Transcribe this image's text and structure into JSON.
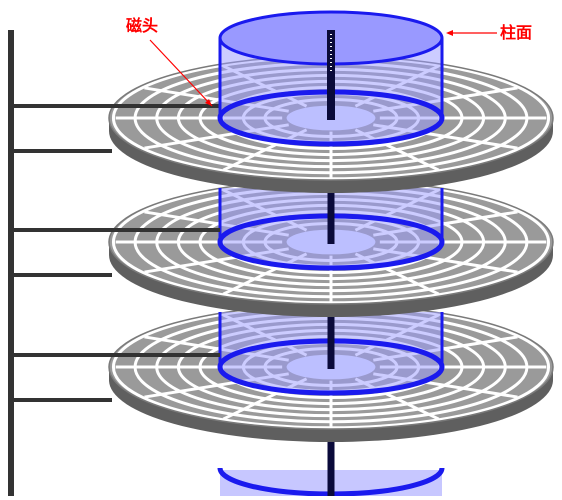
{
  "labels": {
    "head": "磁头",
    "cylinder": "柱面"
  },
  "platters": 3,
  "tracks_per_platter": 8,
  "sectors_per_platter": 12,
  "colors": {
    "platter": "#9a9a9a",
    "platter_edge": "#5f5f5f",
    "gap": "#ffffff",
    "cylinder_fill": "#9999ff",
    "cylinder_edge": "#1a1aee",
    "spindle": "#0a0a3a",
    "arm": "#333333",
    "label": "#ff0000"
  }
}
